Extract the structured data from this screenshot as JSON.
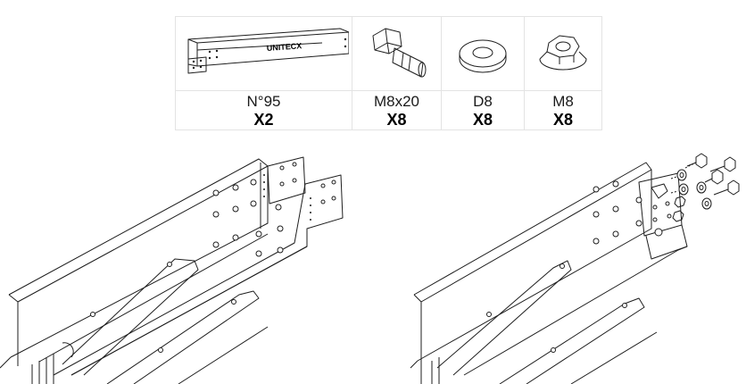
{
  "brand": "UNITECX",
  "parts": [
    {
      "ref": "N°95",
      "qty": "X2",
      "icon": "rail-profile-icon"
    },
    {
      "ref": "M8x20",
      "qty": "X8",
      "icon": "bolt-icon"
    },
    {
      "ref": "D8",
      "qty": "X8",
      "icon": "washer-icon"
    },
    {
      "ref": "M8",
      "qty": "X8",
      "icon": "flange-nut-icon"
    }
  ]
}
